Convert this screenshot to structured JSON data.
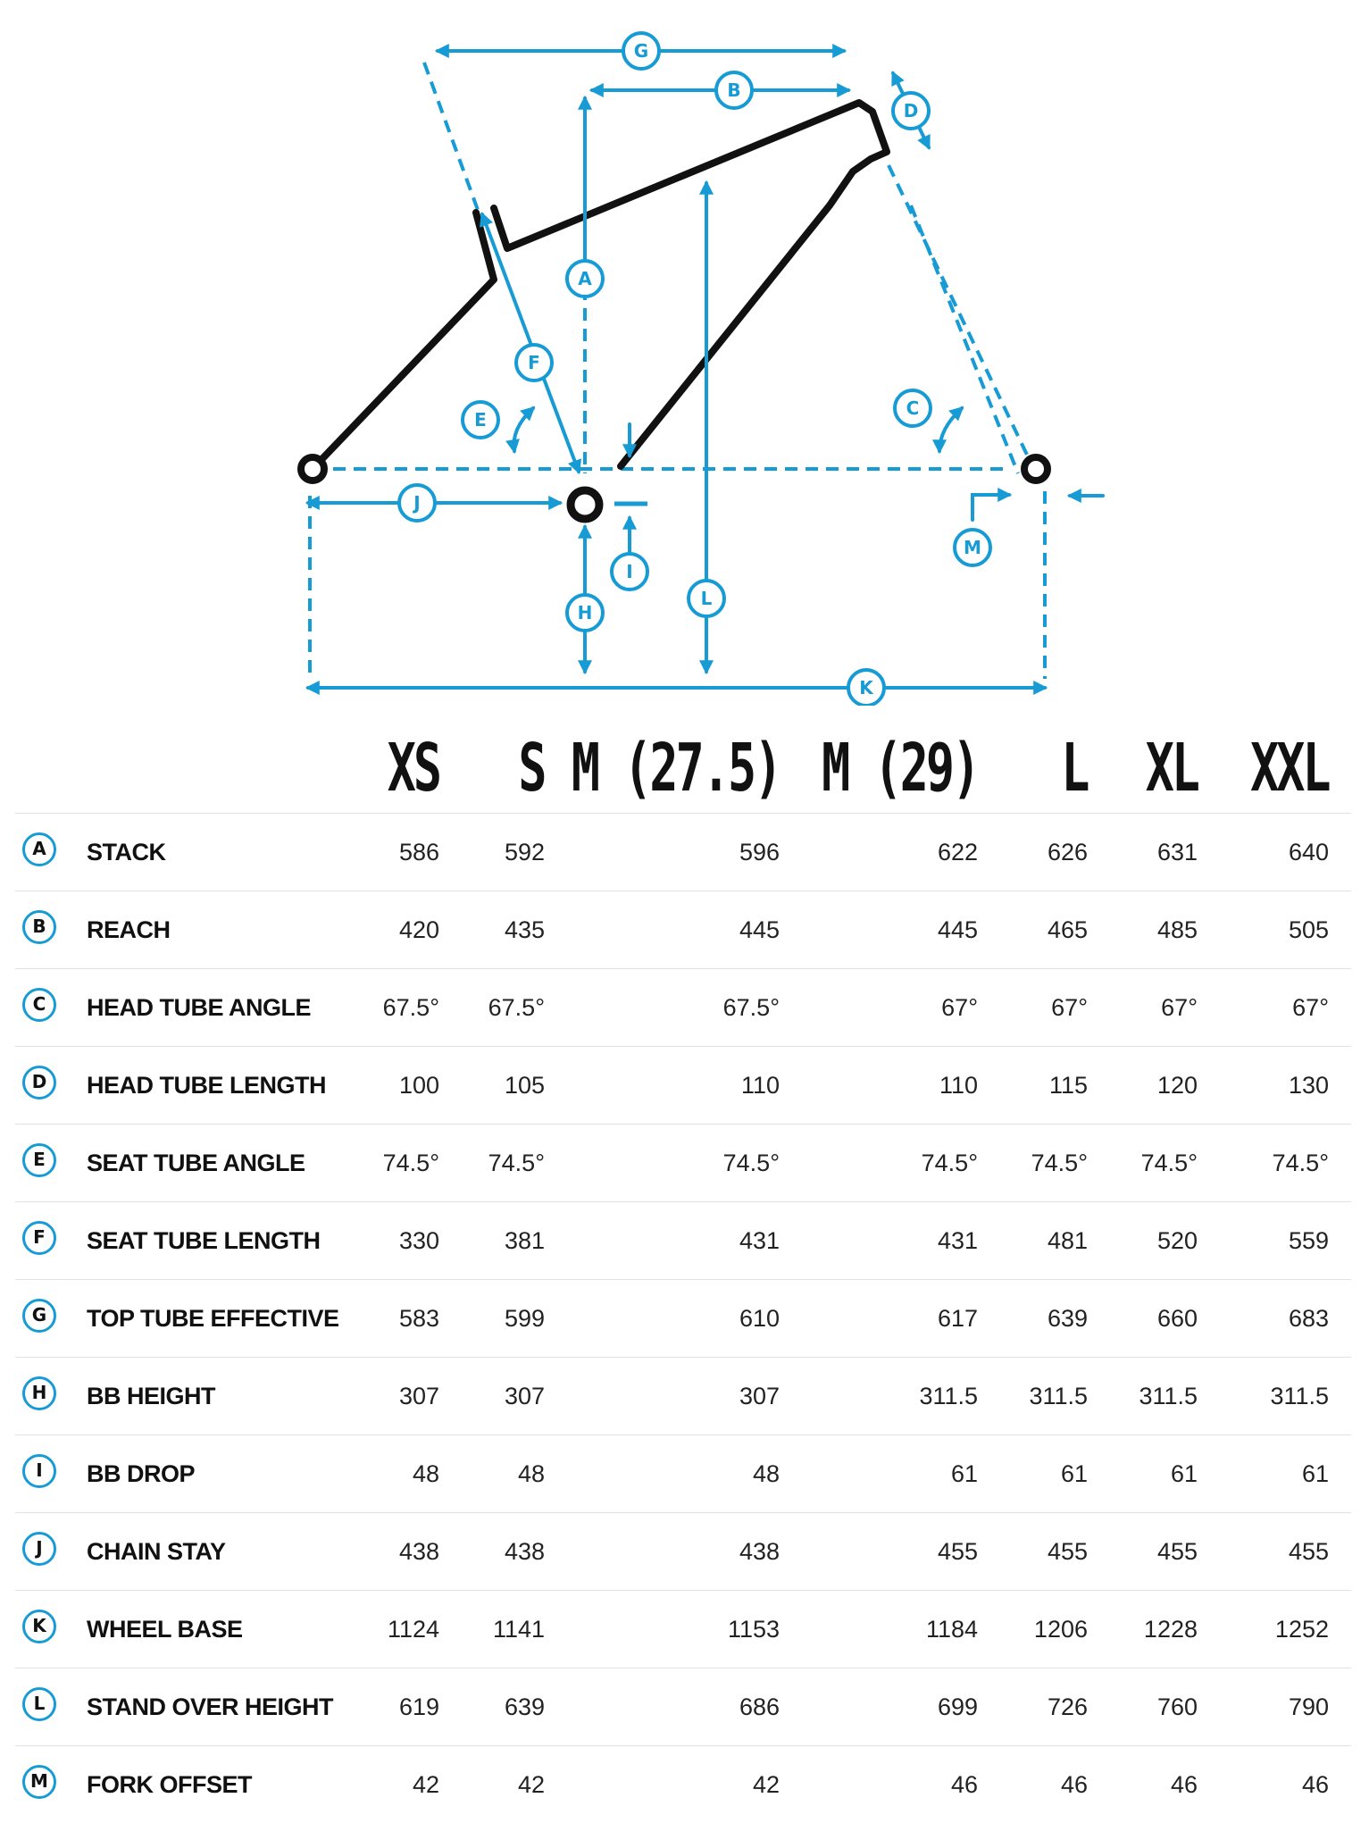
{
  "diagram": {
    "labels": {
      "A": "A",
      "B": "B",
      "C": "C",
      "D": "D",
      "E": "E",
      "F": "F",
      "G": "G",
      "H": "H",
      "I": "I",
      "J": "J",
      "K": "K",
      "L": "L",
      "M": "M"
    },
    "colors": {
      "frame": "#111111",
      "dimension": "#169bd5"
    }
  },
  "sizes": [
    "XS",
    "S",
    "M (27.5)",
    "M (29)",
    "L",
    "XL",
    "XXL"
  ],
  "rows": [
    {
      "letter": "A",
      "name": "STACK",
      "values": [
        "586",
        "592",
        "596",
        "622",
        "626",
        "631",
        "640"
      ]
    },
    {
      "letter": "B",
      "name": "REACH",
      "values": [
        "420",
        "435",
        "445",
        "445",
        "465",
        "485",
        "505"
      ]
    },
    {
      "letter": "C",
      "name": "HEAD TUBE ANGLE",
      "values": [
        "67.5°",
        "67.5°",
        "67.5°",
        "67°",
        "67°",
        "67°",
        "67°"
      ]
    },
    {
      "letter": "D",
      "name": "HEAD TUBE LENGTH",
      "values": [
        "100",
        "105",
        "110",
        "110",
        "115",
        "120",
        "130"
      ]
    },
    {
      "letter": "E",
      "name": "SEAT TUBE ANGLE",
      "values": [
        "74.5°",
        "74.5°",
        "74.5°",
        "74.5°",
        "74.5°",
        "74.5°",
        "74.5°"
      ]
    },
    {
      "letter": "F",
      "name": "SEAT TUBE LENGTH",
      "values": [
        "330",
        "381",
        "431",
        "431",
        "481",
        "520",
        "559"
      ]
    },
    {
      "letter": "G",
      "name": "TOP TUBE EFFECTIVE",
      "values": [
        "583",
        "599",
        "610",
        "617",
        "639",
        "660",
        "683"
      ]
    },
    {
      "letter": "H",
      "name": "BB HEIGHT",
      "values": [
        "307",
        "307",
        "307",
        "311.5",
        "311.5",
        "311.5",
        "311.5"
      ]
    },
    {
      "letter": "I",
      "name": "BB DROP",
      "values": [
        "48",
        "48",
        "48",
        "61",
        "61",
        "61",
        "61"
      ]
    },
    {
      "letter": "J",
      "name": "CHAIN STAY",
      "values": [
        "438",
        "438",
        "438",
        "455",
        "455",
        "455",
        "455"
      ]
    },
    {
      "letter": "K",
      "name": "WHEEL BASE",
      "values": [
        "1124",
        "1141",
        "1153",
        "1184",
        "1206",
        "1228",
        "1252"
      ]
    },
    {
      "letter": "L",
      "name": "STAND OVER HEIGHT",
      "values": [
        "619",
        "639",
        "686",
        "699",
        "726",
        "760",
        "790"
      ]
    },
    {
      "letter": "M",
      "name": "FORK OFFSET",
      "values": [
        "42",
        "42",
        "42",
        "46",
        "46",
        "46",
        "46"
      ]
    }
  ]
}
